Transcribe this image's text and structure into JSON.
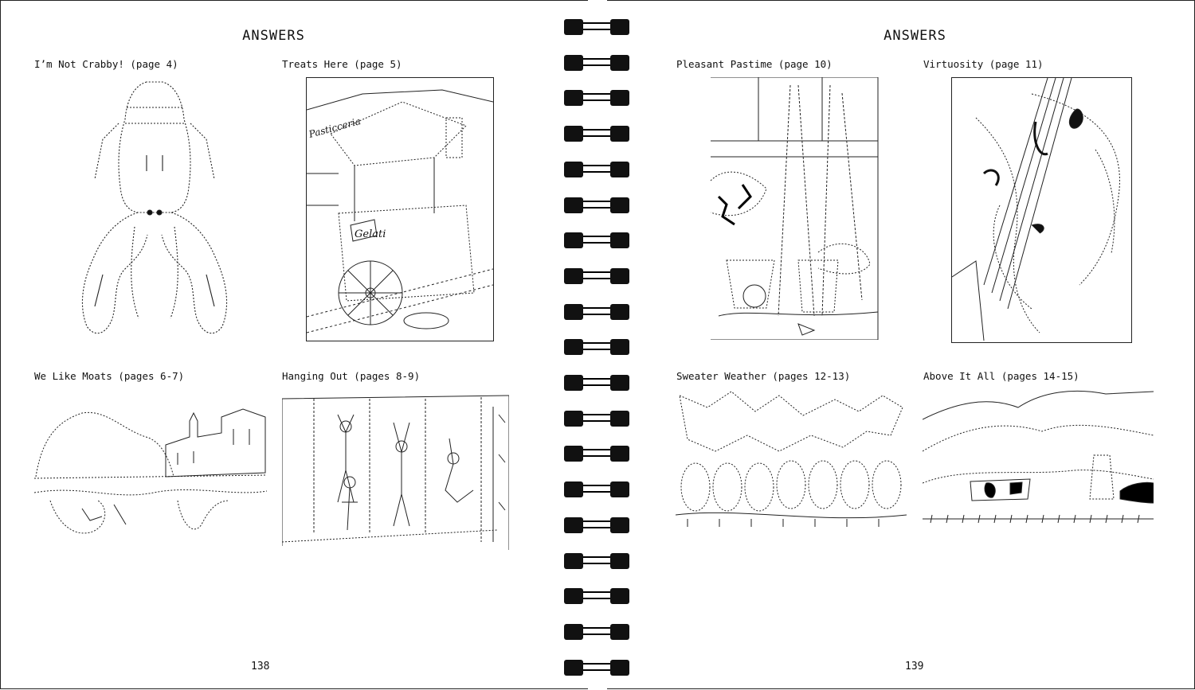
{
  "left_page": {
    "title": "ANSWERS",
    "page_number": "138",
    "puzzles": [
      {
        "caption": "I’m Not Crabby! (page 4)",
        "icon": "lobster-illustration"
      },
      {
        "caption": "Treats Here (page 5)",
        "icon": "gelato-cart-illustration"
      },
      {
        "caption": "We Like Moats (pages 6-7)",
        "icon": "moat-castle-illustration"
      },
      {
        "caption": "Hanging Out (pages 8-9)",
        "icon": "jungle-gym-kids-illustration"
      }
    ],
    "art_text": {
      "pasticceria": "Pasticceria",
      "gelati": "Gelati"
    }
  },
  "right_page": {
    "title": "ANSWERS",
    "page_number": "139",
    "puzzles": [
      {
        "caption": "Pleasant Pastime (page 10)",
        "icon": "garden-pots-illustration"
      },
      {
        "caption": "Virtuosity (page 11)",
        "icon": "violin-illustration"
      },
      {
        "caption": "Sweater Weather (pages 12-13)",
        "icon": "sheep-flock-illustration"
      },
      {
        "caption": "Above It All (pages 14-15)",
        "icon": "mountain-cows-illustration"
      }
    ]
  },
  "binding": {
    "ring_count": 19,
    "color": "#111111"
  }
}
